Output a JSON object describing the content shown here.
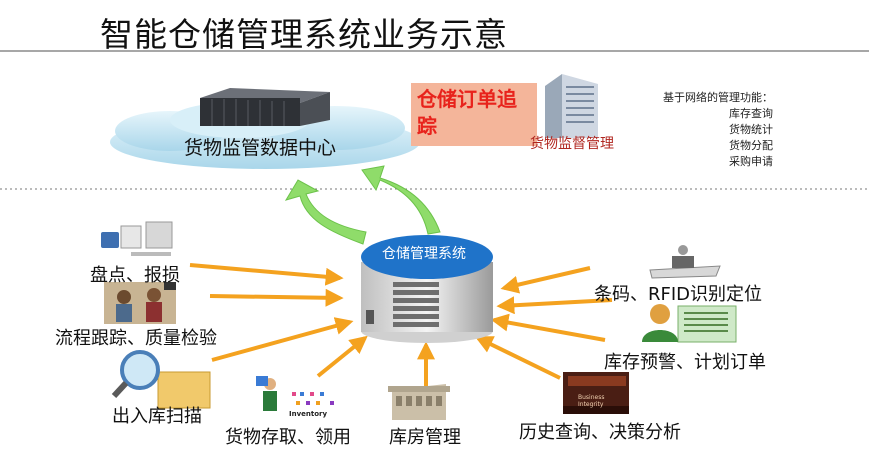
{
  "title": "智能仓储管理系统业务示意",
  "top": {
    "data_center": "货物监管数据中心",
    "order_tracking": "仓储订单追踪",
    "monitoring": "货物监督管理",
    "network_functions": {
      "heading": "基于网络的管理功能：",
      "items": [
        "库存查询",
        "货物统计",
        "货物分配",
        "采购申请"
      ]
    }
  },
  "center": {
    "system": "仓储管理系统"
  },
  "nodes": {
    "inventory_check": "盘点、报损",
    "process_tracking": "流程跟踪、质量检验",
    "scan": "出入库扫描",
    "storage": "货物存取、领用",
    "warehouse": "库房管理",
    "history": "历史查询、决策分析",
    "barcode": "条码、RFID识别定位",
    "warning": "库存预警、计划订单"
  },
  "image_text": {
    "inventory_card": "Inventory",
    "business_book": "Business Integrity"
  },
  "colors": {
    "arrow": "#f4a21f",
    "green_arrow": "#8fdc6a",
    "server_top": "#1f73c9",
    "cloud": "#c6e6f3"
  }
}
